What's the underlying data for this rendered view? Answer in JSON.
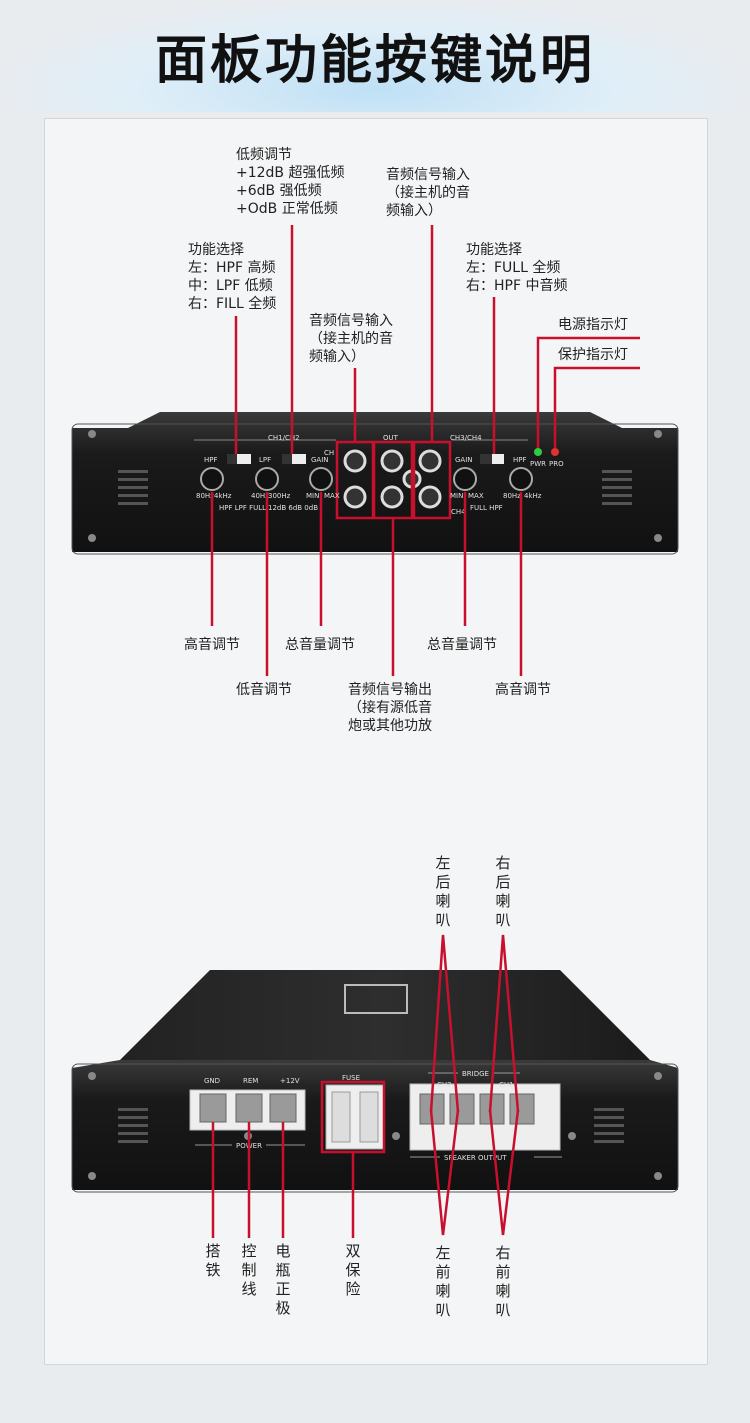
{
  "title": "面板功能按键说明",
  "top": {
    "bass_boost": "低频调节\n+12dB 超强低频\n+6dB 强低频\n+OdB 正常低频",
    "filter_left": "功能选择\n左：HPF 高频\n中：LPF 低频\n右：FILL 全频",
    "input_ch12": "音频信号输入\n（接主机的音\n频输入）",
    "input_ch34": "音频信号输入\n（接主机的音\n频输入）",
    "filter_right": "功能选择\n左：FULL 全频\n右：HPF 中音频",
    "power_led": "电源指示灯",
    "protect_led": "保护指示灯",
    "treble_left": "高音调节",
    "bass_adjust": "低音调节",
    "gain_left": "总音量调节",
    "rca_output": "音频信号输出\n（接有源低音\n炮或其他功放",
    "gain_right": "总音量调节",
    "treble_right": "高音调节"
  },
  "amp_front": {
    "ch12": "CH1/CH2",
    "ch34": "CH3/CH4",
    "out": "OUT",
    "hpf": "HPF",
    "lpf": "LPF",
    "gain": "GAIN",
    "hz80": "80Hz",
    "khz4": "4kHz",
    "hz40": "40Hz",
    "hz300": "300Hz",
    "min": "MIN",
    "max": "MAX",
    "hpf_lpf_full": "HPF LPF FULL",
    "db": "12dB 6dB 0dB",
    "full_hpf": "FULL HPF",
    "ch": "CH",
    "ch4": "CH4",
    "pwr": "PWR",
    "pro": "PRO"
  },
  "bottom": {
    "rear_left": "左后喇叭",
    "rear_right": "右后喇叭",
    "front_left": "左前喇叭",
    "front_right": "右前喇叭",
    "ground": "搭铁",
    "remote": "控制线",
    "battery": "电瓶正极",
    "fuse": "双保险"
  },
  "amp_rear": {
    "gnd": "GND",
    "rem": "REM",
    "v12": "+12V",
    "power": "POWER",
    "fuse": "FUSE",
    "bridge": "BRIDGE",
    "ch2": "CH2",
    "ch1": "CH1",
    "speaker_output": "SPEAKER OUTPUT"
  },
  "colors": {
    "accent": "#c8102e",
    "amp_body": "#1c1c1c"
  }
}
